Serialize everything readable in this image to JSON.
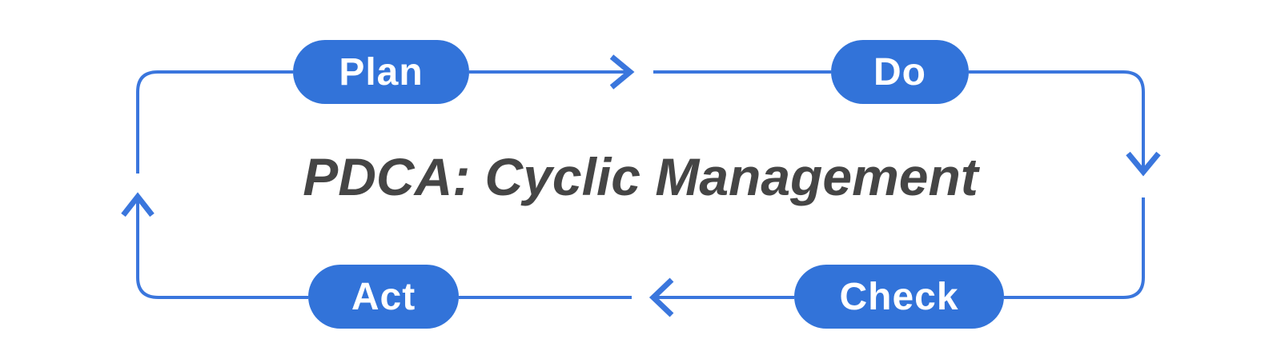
{
  "title": "PDCA: Cyclic Management",
  "nodes": [
    {
      "id": "plan",
      "label": "Plan"
    },
    {
      "id": "do",
      "label": "Do"
    },
    {
      "id": "check",
      "label": "Check"
    },
    {
      "id": "act",
      "label": "Act"
    }
  ],
  "connections": [
    {
      "from": "Plan",
      "to": "Do",
      "direction": "right"
    },
    {
      "from": "Do",
      "to": "Check",
      "direction": "down"
    },
    {
      "from": "Check",
      "to": "Act",
      "direction": "left"
    },
    {
      "from": "Act",
      "to": "Plan",
      "direction": "up"
    }
  ],
  "colors": {
    "background": "#ffffff",
    "node_fill": "#3273d9",
    "node_text": "#ffffff",
    "line": "#3a76dd",
    "title_text": "#454545"
  }
}
